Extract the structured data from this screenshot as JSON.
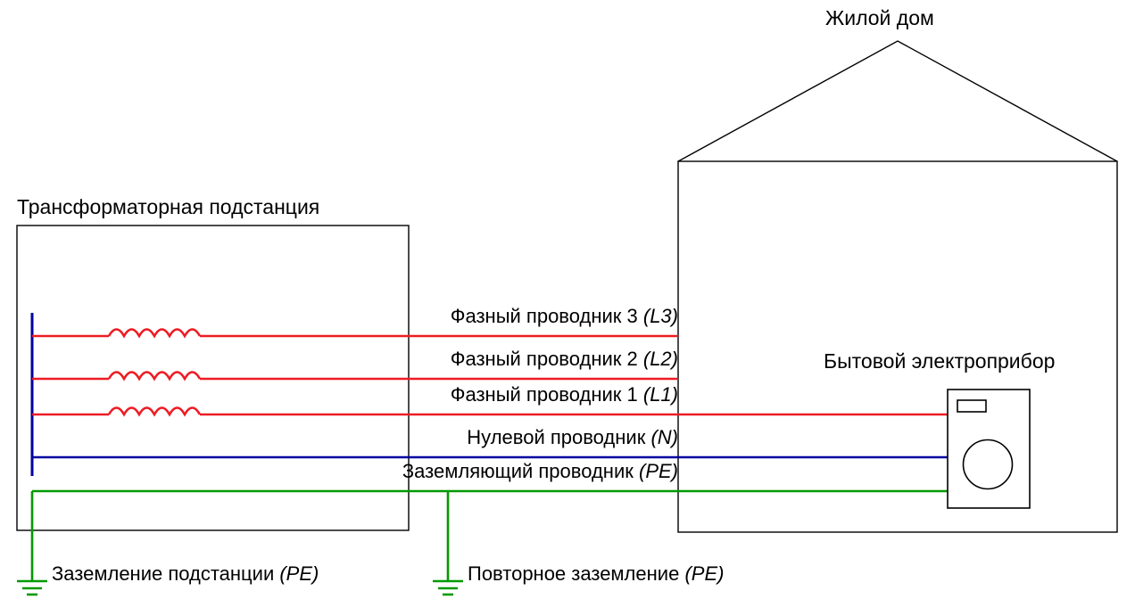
{
  "diagram": {
    "title_house": "Жилой дом",
    "title_substation": "Трансформаторная подстанция",
    "title_appliance": "Бытовой электроприбор",
    "colors": {
      "phase": "#ED1C24",
      "neutral": "#0000A0",
      "earth": "#009900",
      "outline": "#000000",
      "background": "#FFFFFF"
    },
    "conductors": [
      {
        "id": "L3",
        "name": "Фазный проводник 3",
        "code": "(L3)",
        "color": "#ED1C24",
        "type": "phase"
      },
      {
        "id": "L2",
        "name": "Фазный проводник 2",
        "code": "(L2)",
        "color": "#ED1C24",
        "type": "phase"
      },
      {
        "id": "L1",
        "name": "Фазный проводник 1",
        "code": "(L1)",
        "color": "#ED1C24",
        "type": "phase"
      },
      {
        "id": "N",
        "name": "Нулевой проводник",
        "code": "(N)",
        "color": "#0000A0",
        "type": "neutral"
      },
      {
        "id": "PE",
        "name": "Заземляющий проводник",
        "code": "(PE)",
        "color": "#009900",
        "type": "earth"
      }
    ],
    "grounds": [
      {
        "id": "substation-earth",
        "name": "Заземление подстанции",
        "code": "(PE)",
        "color": "#009900"
      },
      {
        "id": "repeated-earth",
        "name": "Повторное заземление",
        "code": "(PE)",
        "color": "#009900"
      }
    ]
  }
}
